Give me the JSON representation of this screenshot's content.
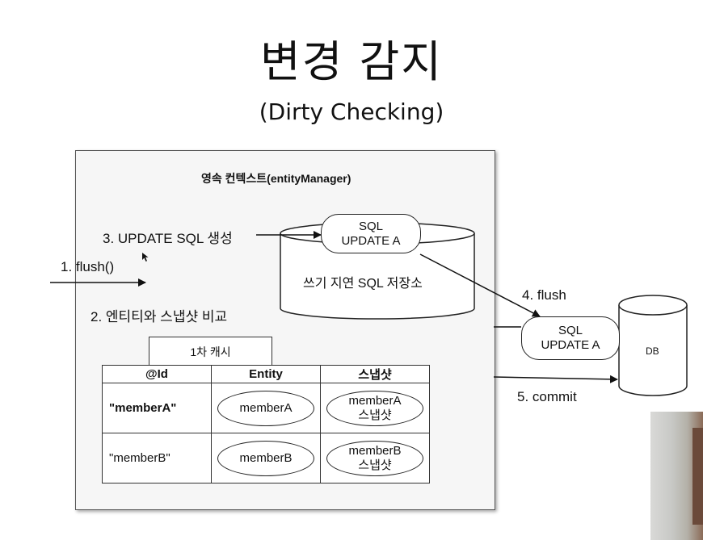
{
  "title": "변경 감지",
  "subtitle": "(Dirty Checking)",
  "diagram": {
    "context_label": "영속 컨텍스트(entityManager)",
    "steps": {
      "flush_call": "1. flush()",
      "compare": "2. 엔티티와 스냅샷 비교",
      "generate_sql": "3. UPDATE SQL 생성",
      "flush": "4. flush",
      "commit": "5. commit"
    },
    "sql_store": {
      "label": "쓰기 지연 SQL 저장소",
      "entry_line1": "SQL",
      "entry_line2": "UPDATE A"
    },
    "db": {
      "label": "DB",
      "entry_line1": "SQL",
      "entry_line2": "UPDATE A"
    },
    "cache": {
      "tab": "1차 캐시",
      "headers": [
        "@Id",
        "Entity",
        "스냅샷"
      ],
      "rows": [
        {
          "id": "\"memberA\"",
          "entity": "memberA",
          "snapshot_line1": "memberA",
          "snapshot_line2": "스냅샷"
        },
        {
          "id": "\"memberB\"",
          "entity": "memberB",
          "snapshot_line1": "memberB",
          "snapshot_line2": "스냅샷"
        }
      ]
    }
  }
}
